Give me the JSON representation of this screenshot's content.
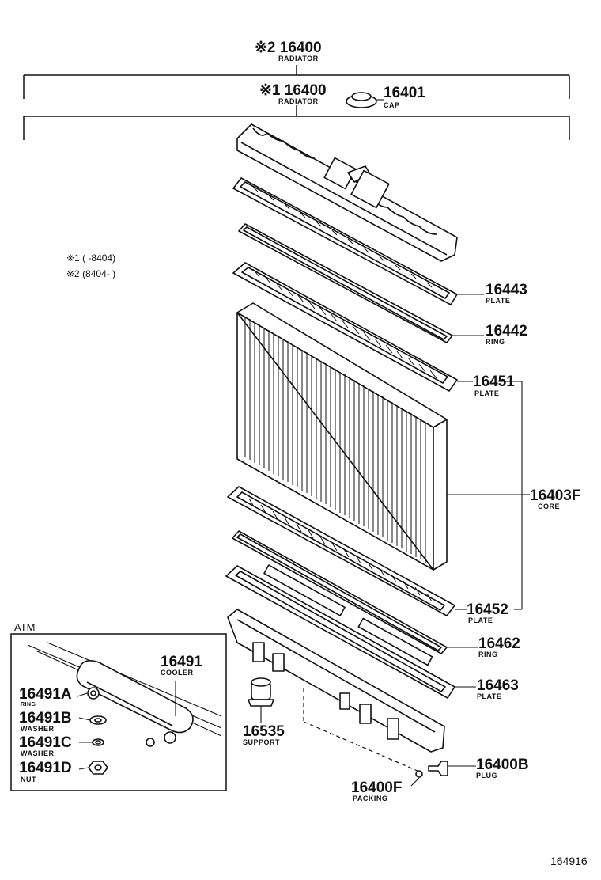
{
  "notes": {
    "note1": "※1 (      -8404)",
    "note2": "※2 (8404-      )"
  },
  "atm_label": "ATM",
  "figure_number": "164916",
  "parts": {
    "radiator_2": {
      "number": "※2 16400",
      "name": "RADIATOR"
    },
    "radiator_1": {
      "number": "※1 16400",
      "name": "RADIATOR"
    },
    "cap": {
      "number": "16401",
      "name": "CAP"
    },
    "plate_16443": {
      "number": "16443",
      "name": "PLATE"
    },
    "ring_16442": {
      "number": "16442",
      "name": "RING"
    },
    "plate_16451": {
      "number": "16451",
      "name": "PLATE"
    },
    "core": {
      "number": "16403F",
      "name": "CORE"
    },
    "plate_16452": {
      "number": "16452",
      "name": "PLATE"
    },
    "ring_16462": {
      "number": "16462",
      "name": "RING"
    },
    "plate_16463": {
      "number": "16463",
      "name": "PLATE"
    },
    "plug": {
      "number": "16400B",
      "name": "PLUG"
    },
    "packing": {
      "number": "16400F",
      "name": "PACKING"
    },
    "support": {
      "number": "16535",
      "name": "SUPPORT"
    },
    "cooler": {
      "number": "16491",
      "name": "COOLER"
    },
    "ring_16491a": {
      "number": "16491A",
      "name": "RING"
    },
    "washer_16491b": {
      "number": "16491B",
      "name": "WASHER"
    },
    "washer_16491c": {
      "number": "16491C",
      "name": "WASHER"
    },
    "nut_16491d": {
      "number": "16491D",
      "name": "NUT"
    }
  }
}
